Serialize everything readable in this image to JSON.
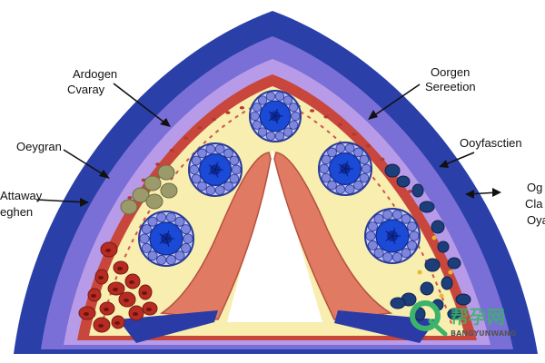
{
  "labels": {
    "left_top_1": "Ardogen",
    "left_top_2": "Cvaray",
    "left_mid": "Oeygran",
    "left_low_1": "Attaway",
    "left_low_2": "eghen",
    "right_top_1": "Oorgen",
    "right_top_2": "Sereetion",
    "right_mid": "Ooyfasctien",
    "right_edge_1": "Og",
    "right_edge_2": "Cla",
    "right_edge_3": "Oya"
  },
  "watermark": {
    "cn_text": "帮孕网",
    "en_text": "BANGYUNWANG"
  },
  "colors": {
    "outer_band": "#2b3fa8",
    "mid_band": "#7a6fd6",
    "inner_band": "#b79be8",
    "tissue": "#f7eeb0",
    "membrane": "#c8463b",
    "lobe": "#e07a63",
    "follicle_ring": "#7d86dc",
    "follicle_core": "#1a4ad6",
    "red_cell": "#b72c22",
    "olive_cell": "#9a9a6a",
    "navy_cell": "#1c3e7a",
    "watermark_green": "#3bb36a"
  }
}
